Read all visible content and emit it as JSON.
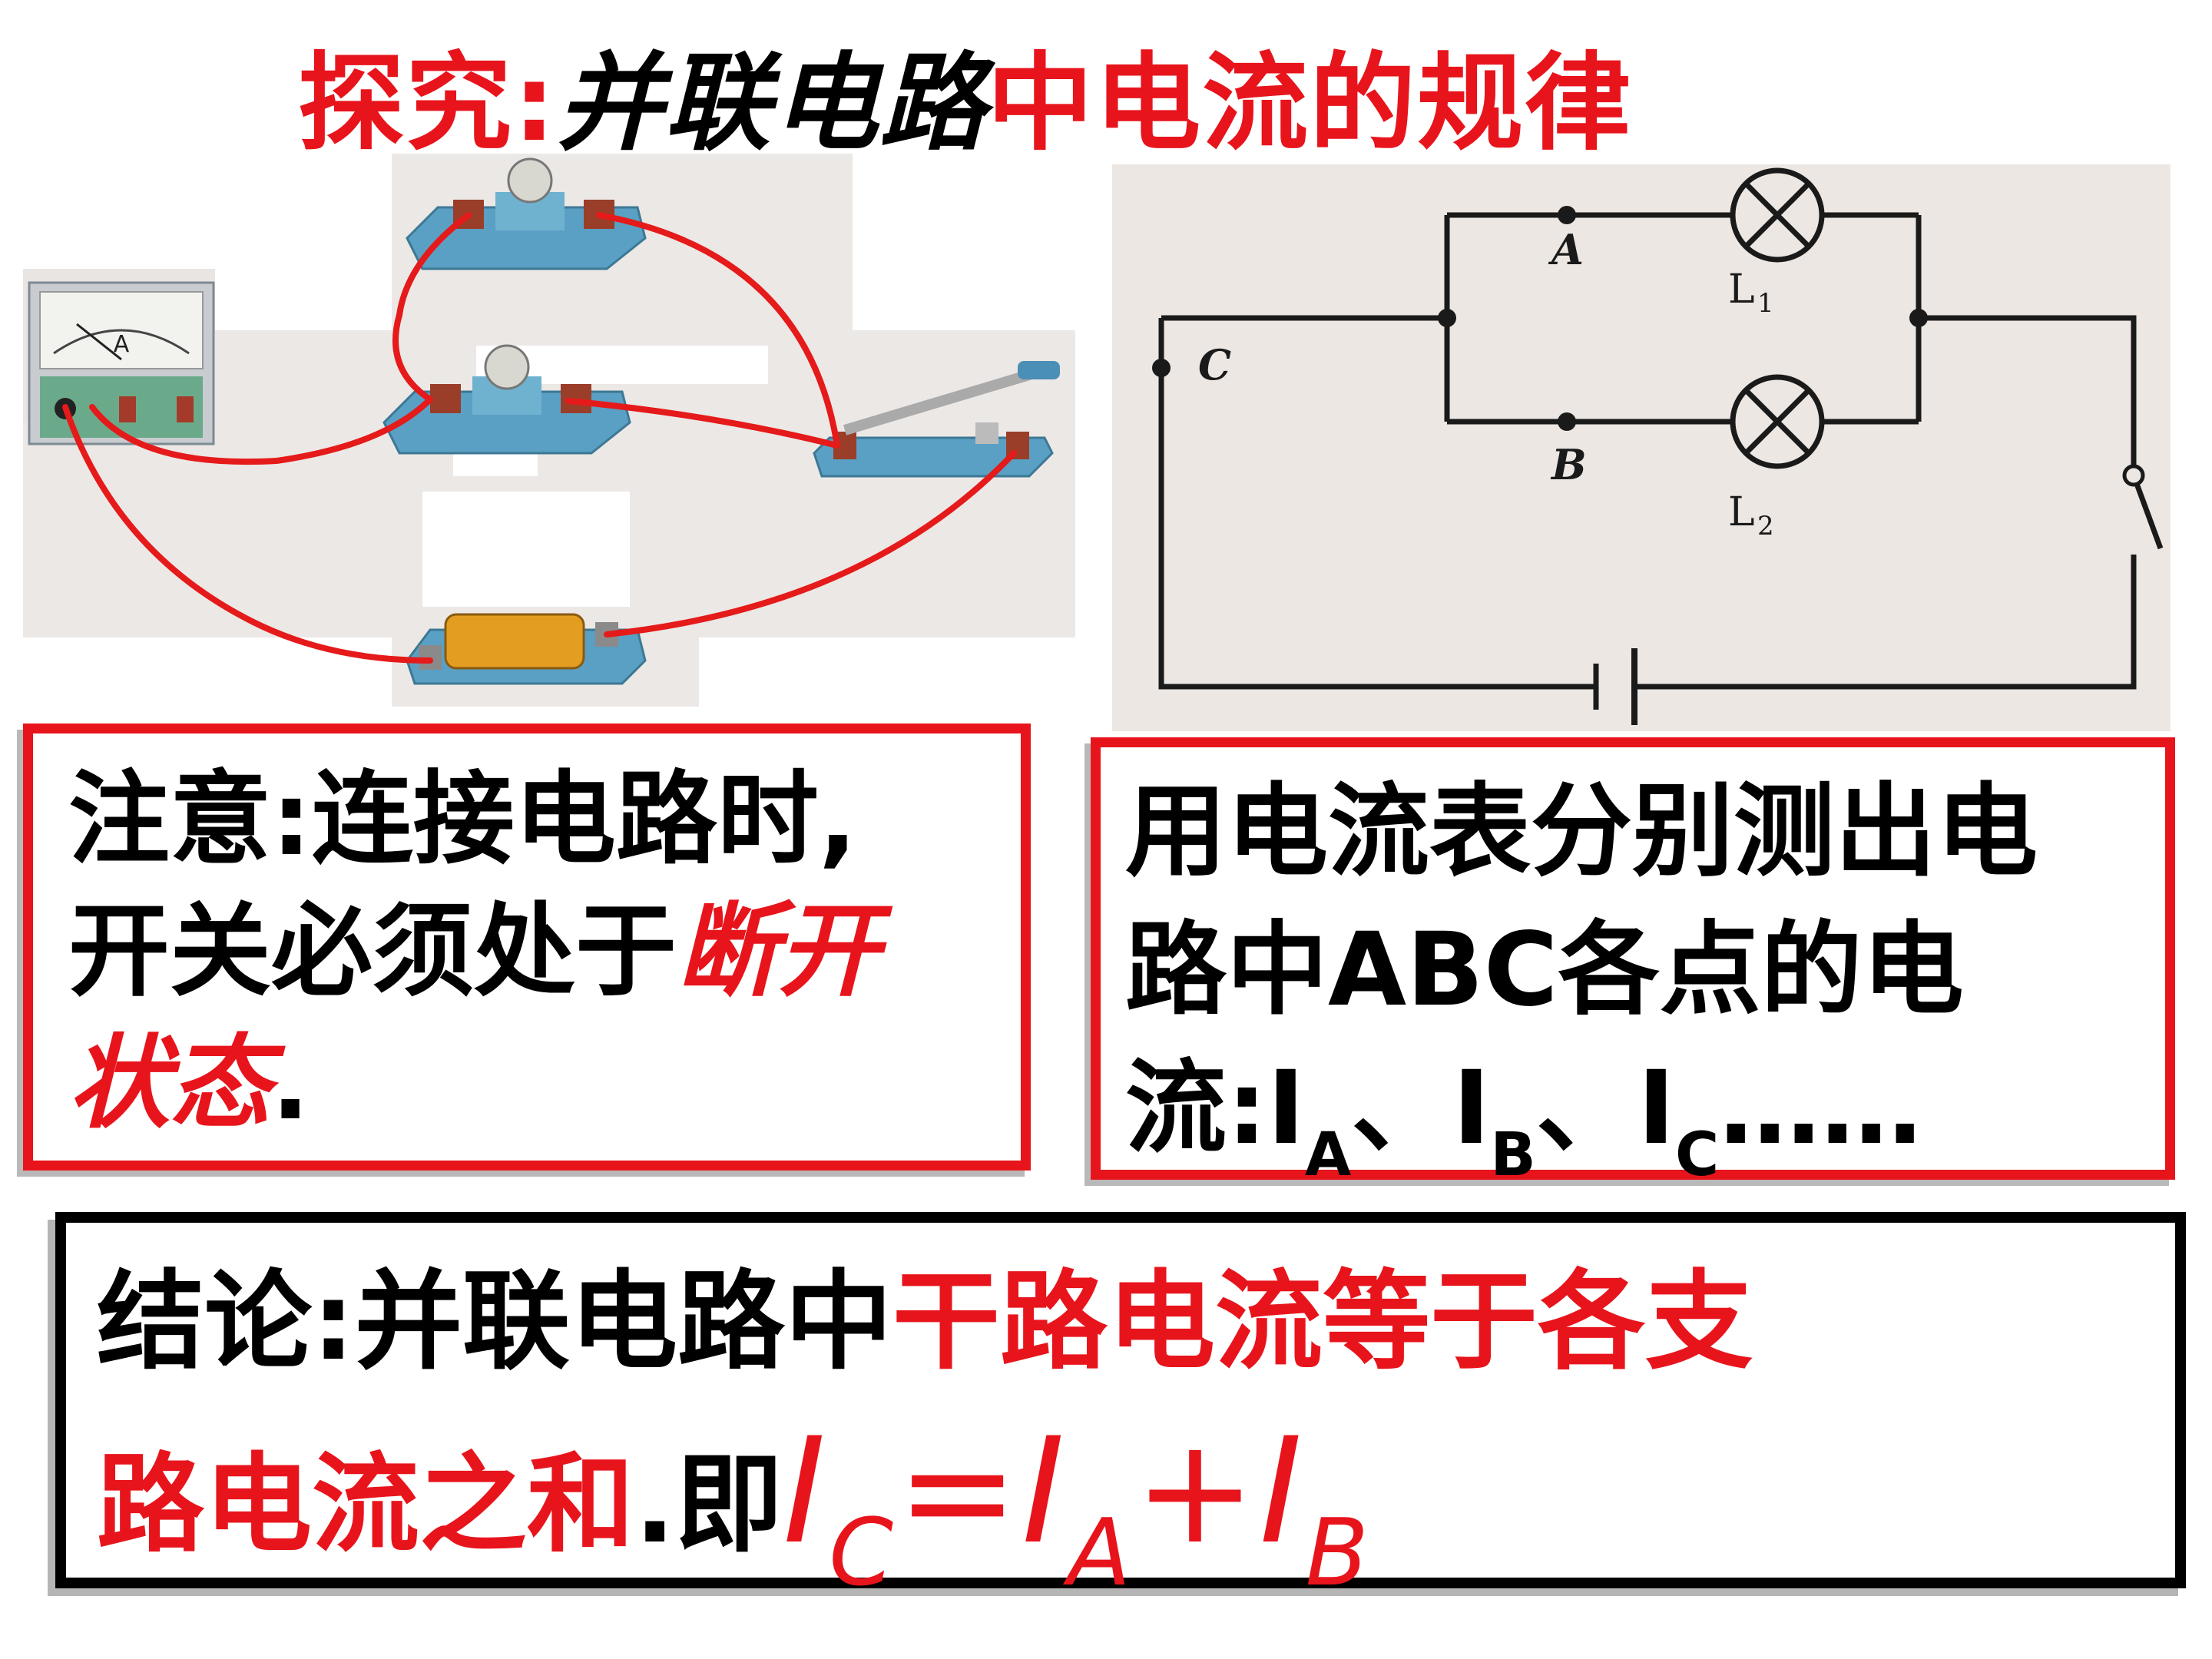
{
  "title": {
    "part1": "探究:",
    "part2": "并联电路",
    "part3": "中电流的规律"
  },
  "colors": {
    "accent": "#e8141c",
    "text": "#000000",
    "diagram_bg": "#ece7e3",
    "wire": "#e51a1a",
    "base": "#5aa0c4"
  },
  "icons": [
    "ammeter-icon",
    "lamp-icon",
    "switch-icon",
    "battery-icon"
  ],
  "diagram": {
    "label_A": "A",
    "label_B": "B",
    "label_C": "C",
    "label_L1": "L",
    "label_L1_sub": "1",
    "label_L2": "L",
    "label_L2_sub": "2"
  },
  "ammeter_label": "A",
  "note": {
    "line1": "注意:连接电路时,",
    "line2a": "开关必须处于",
    "line2b": "断开",
    "line3a": "状态",
    "line3b": "."
  },
  "measure": {
    "line1": "用电流表分别测出电",
    "line2": "路中ABC各点的电",
    "line3_prefix": "流:I",
    "sub_A": "A",
    "sep1": "、I",
    "sub_B": "B",
    "sep2": "、I",
    "sub_C": "C",
    "ellipsis": "……"
  },
  "conclusion": {
    "line1a": "结论:并联电路中",
    "line1b": "干路电流等于各支",
    "line2a": "路电流之和",
    "line2b": ".即",
    "f_I1": "I",
    "f_C": "C",
    "f_eq": "=I",
    "f_A": "A",
    "f_plus": "+I",
    "f_B": "B"
  }
}
